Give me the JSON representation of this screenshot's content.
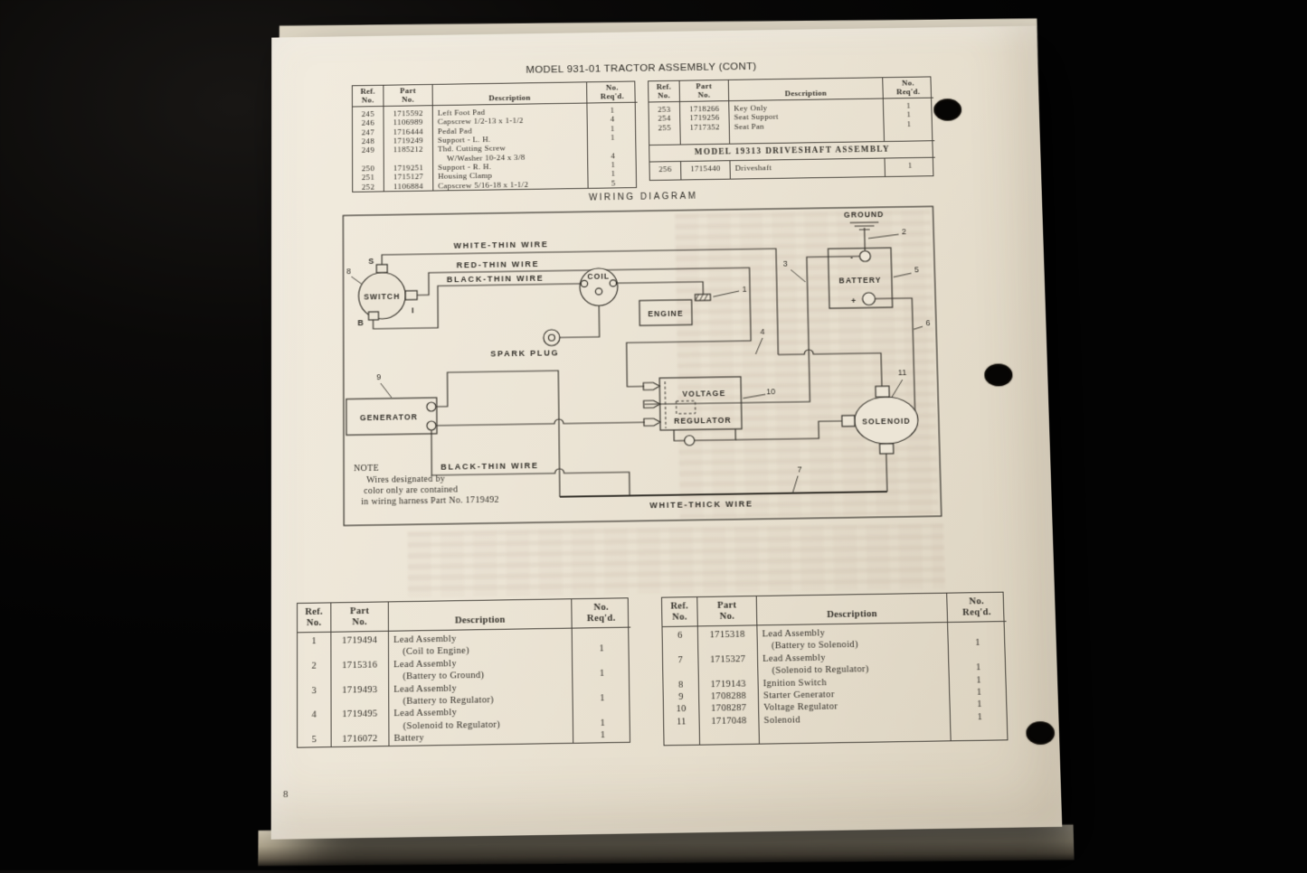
{
  "header": {
    "title": "MODEL 931-01 TRACTOR ASSEMBLY (CONT)"
  },
  "wiring_title": "WIRING DIAGRAM",
  "page_number": "8",
  "tables": {
    "headers": {
      "ref": [
        "Ref.",
        "No."
      ],
      "part": [
        "Part",
        "No."
      ],
      "desc": [
        "Description"
      ],
      "qty": [
        "No.",
        "Req'd."
      ]
    },
    "top_left": {
      "blocks": [
        {
          "type": "rows",
          "rows": [
            {
              "ref": "245",
              "part": "1715592",
              "desc": [
                "Left Foot Pad"
              ],
              "qty": "1"
            },
            {
              "ref": "246",
              "part": "1106989",
              "desc": [
                "Capscrew 1/2-13 x 1-1/2"
              ],
              "qty": "4"
            },
            {
              "ref": "247",
              "part": "1716444",
              "desc": [
                "Pedal Pad"
              ],
              "qty": "1"
            },
            {
              "ref": "248",
              "part": "1719249",
              "desc": [
                "Support - L. H."
              ],
              "qty": "1"
            },
            {
              "ref": "249",
              "part": "1185212",
              "desc": [
                "Thd. Cutting Screw",
                "W/Washer 10-24 x 3/8"
              ],
              "qty": "4"
            },
            {
              "ref": "250",
              "part": "1719251",
              "desc": [
                "Support - R. H."
              ],
              "qty": "1"
            },
            {
              "ref": "251",
              "part": "1715127",
              "desc": [
                "Housing Clamp"
              ],
              "qty": "1"
            },
            {
              "ref": "252",
              "part": "1106884",
              "desc": [
                "Capscrew 5/16-18 x 1-1/2"
              ],
              "qty": "5"
            }
          ]
        }
      ]
    },
    "top_right": {
      "blocks": [
        {
          "type": "rows",
          "rows": [
            {
              "ref": "253",
              "part": "1718266",
              "desc": [
                "Key Only"
              ],
              "qty": "1"
            },
            {
              "ref": "254",
              "part": "1719256",
              "desc": [
                "Seat Support"
              ],
              "qty": "1"
            },
            {
              "ref": "255",
              "part": "1717352",
              "desc": [
                "Seat Pan"
              ],
              "qty": "1"
            }
          ]
        },
        {
          "type": "spacer",
          "h": 14
        },
        {
          "type": "section",
          "title": "MODEL 19313 DRIVESHAFT ASSEMBLY"
        },
        {
          "type": "rows",
          "pad": true,
          "rows": [
            {
              "ref": "256",
              "part": "1715440",
              "desc": [
                "Driveshaft"
              ],
              "qty": "1"
            }
          ]
        }
      ]
    },
    "bottom_left": {
      "blocks": [
        {
          "type": "rows",
          "rows": [
            {
              "ref": "1",
              "part": "1719494",
              "desc": [
                "Lead Assembly",
                "(Coil to Engine)"
              ],
              "qty": "1"
            },
            {
              "ref": "2",
              "part": "1715316",
              "desc": [
                "Lead Assembly",
                "(Battery to Ground)"
              ],
              "qty": "1"
            },
            {
              "ref": "3",
              "part": "1719493",
              "desc": [
                "Lead Assembly",
                "(Battery to Regulator)"
              ],
              "qty": "1"
            },
            {
              "ref": "4",
              "part": "1719495",
              "desc": [
                "Lead Assembly",
                "(Solenoid to Regulator)"
              ],
              "qty": "1"
            },
            {
              "ref": "5",
              "part": "1716072",
              "desc": [
                "Battery"
              ],
              "qty": "1"
            }
          ]
        }
      ]
    },
    "bottom_right": {
      "blocks": [
        {
          "type": "rows",
          "rows": [
            {
              "ref": "6",
              "part": "1715318",
              "desc": [
                "Lead Assembly",
                "(Battery to Solenoid)"
              ],
              "qty": "1"
            },
            {
              "ref": "7",
              "part": "1715327",
              "desc": [
                "Lead Assembly",
                "(Solenoid to Regulator)"
              ],
              "qty": "1"
            },
            {
              "ref": "8",
              "part": "1719143",
              "desc": [
                "Ignition Switch"
              ],
              "qty": "1"
            },
            {
              "ref": "9",
              "part": "1708288",
              "desc": [
                "Starter Generator"
              ],
              "qty": "1"
            },
            {
              "ref": "10",
              "part": "1708287",
              "desc": [
                "Voltage Regulator"
              ],
              "qty": "1"
            },
            {
              "ref": "11",
              "part": "1717048",
              "desc": [
                "Solenoid"
              ],
              "qty": "1"
            }
          ]
        },
        {
          "type": "spacer",
          "h": 18
        }
      ]
    }
  },
  "wiring": {
    "components": {
      "switch": "SWITCH",
      "coil": "COIL",
      "engine": "ENGINE",
      "spark_plug": "SPARK PLUG",
      "generator": "GENERATOR",
      "regulator_line1": "VOLTAGE",
      "regulator_line2": "REGULATOR",
      "solenoid": "SOLENOID",
      "battery": "BATTERY",
      "ground": "GROUND"
    },
    "terminals": {
      "s": "S",
      "i": "I",
      "b": "B",
      "minus": "-",
      "plus": "+"
    },
    "wire_labels": {
      "white_thin": "WHITE-THIN WIRE",
      "red_thin": "RED-THIN WIRE",
      "black_thin": "BLACK-THIN WIRE",
      "black_thin_2": "BLACK-THIN WIRE",
      "white_thick": "WHITE-THICK WIRE"
    },
    "refs": {
      "r1": "1",
      "r2": "2",
      "r3": "3",
      "r4": "4",
      "r5": "5",
      "r6": "6",
      "r7": "7",
      "r8": "8",
      "r9": "9",
      "r10": "10",
      "r11": "11"
    },
    "note": {
      "title": "NOTE",
      "lines": [
        "Wires designated by",
        "color only are contained",
        "in wiring harness Part No. 1719492"
      ]
    }
  },
  "colors": {
    "paper": "#eae3d4",
    "ink": "#33302a",
    "background": "#050505"
  }
}
